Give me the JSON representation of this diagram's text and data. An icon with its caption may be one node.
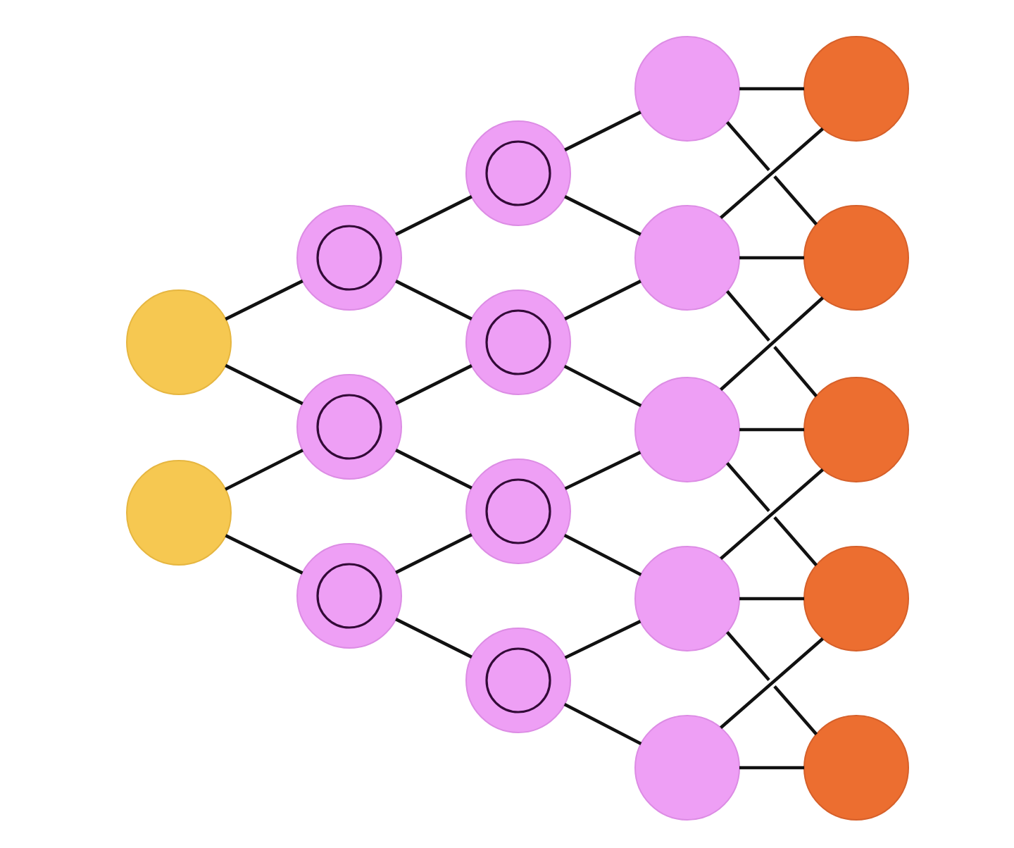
{
  "diagram": {
    "nodes": [
      {
        "text": [],
        "shape": "circle"
      },
      {
        "text": [],
        "shape": "circle"
      },
      {
        "text": [],
        "shape": "circle"
      },
      {
        "text": [],
        "shape": "circle"
      },
      {
        "text": [],
        "shape": "circle"
      },
      {
        "text": [],
        "shape": "circle"
      },
      {
        "text": [],
        "shape": "circle"
      },
      {
        "text": [],
        "shape": "circle"
      },
      {
        "text": [],
        "shape": "circle"
      },
      {
        "text": [],
        "shape": "circle"
      },
      {
        "text": [],
        "shape": "circle"
      },
      {
        "text": [],
        "shape": "circle"
      },
      {
        "text": [],
        "shape": "circle"
      },
      {
        "text": [],
        "shape": "circle"
      },
      {
        "text": [],
        "shape": "circle"
      },
      {
        "text": [],
        "shape": "circle"
      },
      {
        "text": [],
        "shape": "circle"
      },
      {
        "text": [],
        "shape": "circle"
      },
      {
        "text": [],
        "shape": "circle"
      }
    ],
    "edges": [
      {
        "from": 0,
        "to": 2,
        "arrow": "none"
      },
      {
        "from": 0,
        "to": 3,
        "arrow": "none"
      },
      {
        "from": 1,
        "to": 3,
        "arrow": "none"
      },
      {
        "from": 1,
        "to": 4,
        "arrow": "none"
      },
      {
        "from": 2,
        "to": 5,
        "arrow": "none"
      },
      {
        "from": 2,
        "to": 6,
        "arrow": "none"
      },
      {
        "from": 3,
        "to": 6,
        "arrow": "none"
      },
      {
        "from": 3,
        "to": 7,
        "arrow": "none"
      },
      {
        "from": 4,
        "to": 7,
        "arrow": "none"
      },
      {
        "from": 4,
        "to": 8,
        "arrow": "none"
      },
      {
        "from": 5,
        "to": 9,
        "arrow": "none"
      },
      {
        "from": 5,
        "to": 10,
        "arrow": "none"
      },
      {
        "from": 6,
        "to": 10,
        "arrow": "none"
      },
      {
        "from": 6,
        "to": 11,
        "arrow": "none"
      },
      {
        "from": 7,
        "to": 11,
        "arrow": "none"
      },
      {
        "from": 7,
        "to": 12,
        "arrow": "none"
      },
      {
        "from": 8,
        "to": 12,
        "arrow": "none"
      },
      {
        "from": 8,
        "to": 13,
        "arrow": "none"
      },
      {
        "from": 9,
        "to": 14,
        "arrow": "none"
      },
      {
        "from": 9,
        "to": 15,
        "arrow": "none"
      },
      {
        "from": 10,
        "to": 14,
        "arrow": "none"
      },
      {
        "from": 10,
        "to": 15,
        "arrow": "none"
      },
      {
        "from": 10,
        "to": 16,
        "arrow": "none"
      },
      {
        "from": 11,
        "to": 15,
        "arrow": "none"
      },
      {
        "from": 11,
        "to": 16,
        "arrow": "none"
      },
      {
        "from": 11,
        "to": 17,
        "arrow": "none"
      },
      {
        "from": 12,
        "to": 16,
        "arrow": "none"
      },
      {
        "from": 12,
        "to": 17,
        "arrow": "none"
      },
      {
        "from": 12,
        "to": 18,
        "arrow": "none"
      },
      {
        "from": 13,
        "to": 17,
        "arrow": "none"
      },
      {
        "from": 13,
        "to": 18,
        "arrow": "none"
      }
    ]
  }
}
